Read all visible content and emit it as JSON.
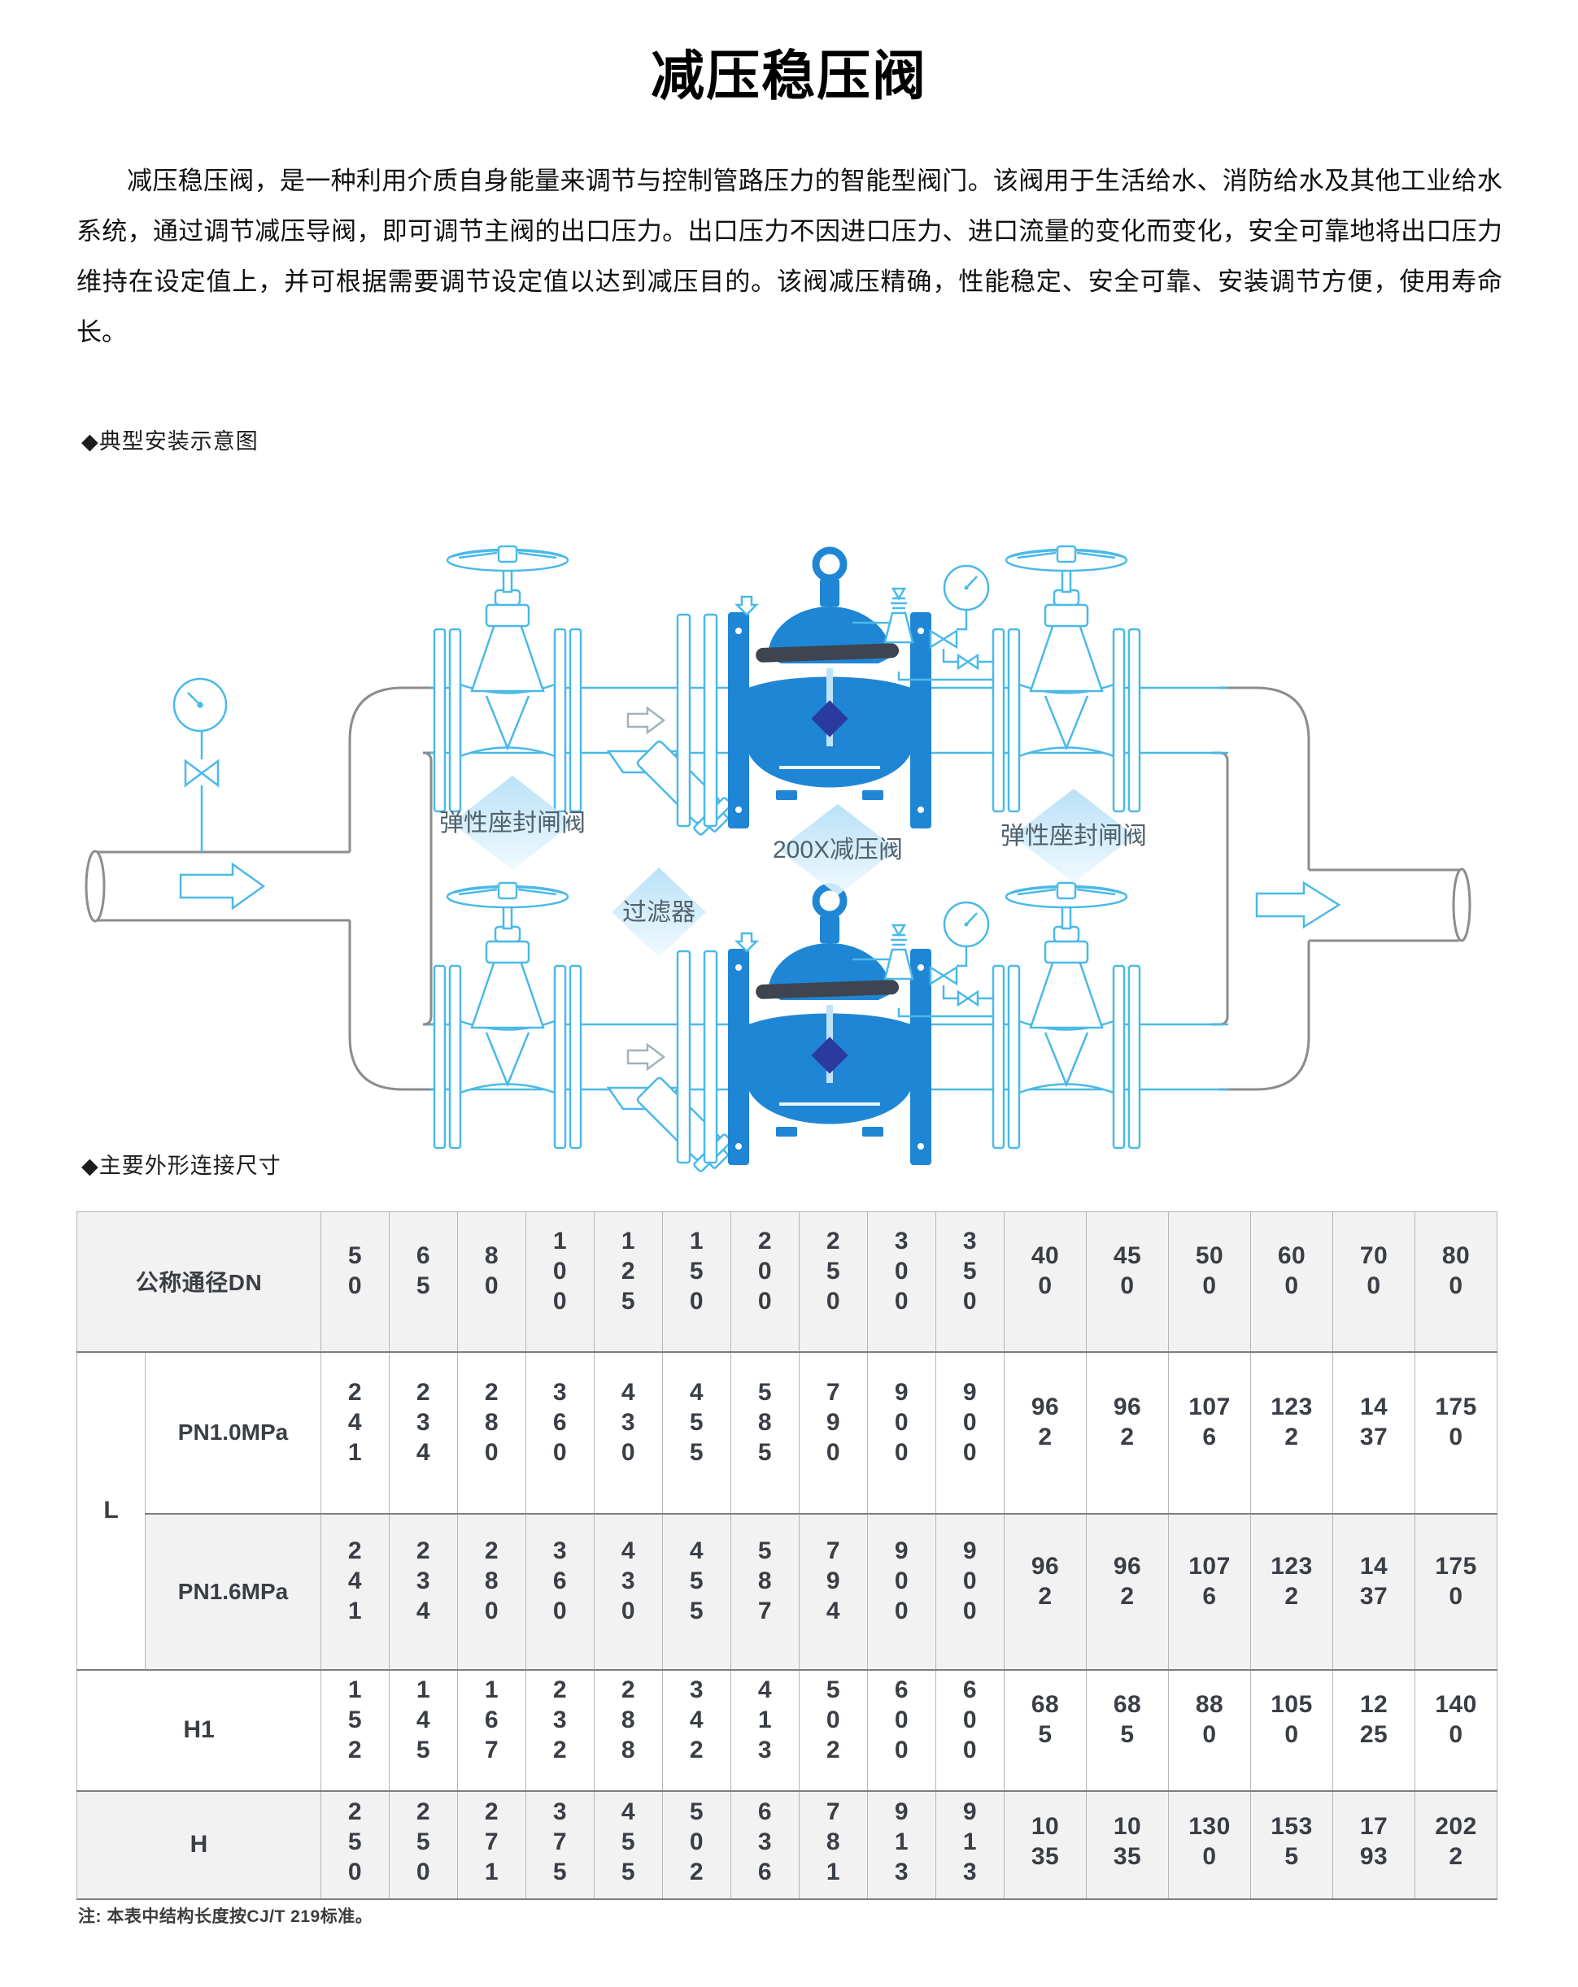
{
  "page": {
    "title": "减压稳压阀",
    "intro": "减压稳压阀，是一种利用介质自身能量来调节与控制管路压力的智能型阀门。该阀用于生活给水、消防给水及其他工业给水系统，通过调节减压导阀，即可调节主阀的出口压力。出口压力不因进口压力、进口流量的变化而变化，安全可靠地将出口压力维持在设定值上，并可根据需要调节设定值以达到减压目的。该阀减压精确，性能稳定、安全可靠、安装调节方便，使用寿命长。",
    "note": "注: 本表中结构长度按CJ/T 219标准。"
  },
  "sections": {
    "installation": "◆典型安装示意图",
    "dimensions": "◆主要外形连接尺寸"
  },
  "diagram": {
    "labels": {
      "gate_valve_left": "弹性座封闸阀",
      "prv": "200X减压阀",
      "gate_valve_right": "弹性座封闸阀",
      "strainer": "过滤器"
    },
    "colors": {
      "outline_blue": "#4ab9e8",
      "solid_valve_blue": "#1f86d6",
      "diaphragm_dark": "#3e4550",
      "inner_navy": "#2a3a9e",
      "pipe_gray": "#8d8d8d",
      "label_text": "#51626d",
      "label_diamond": "#aedcf6"
    }
  },
  "table": {
    "header_label": "公称通径DN",
    "group_label": "L",
    "dn": [
      "5\n0",
      "6\n5",
      "8\n0",
      "1\n0\n0",
      "1\n2\n5",
      "1\n5\n0",
      "2\n0\n0",
      "2\n5\n0",
      "3\n0\n0",
      "3\n5\n0",
      "40\n0",
      "45\n0",
      "50\n0",
      "60\n0",
      "70\n0",
      "80\n0"
    ],
    "rows": [
      {
        "label": "PN1.0MPa",
        "values": [
          "2\n4\n1",
          "2\n3\n4",
          "2\n8\n0",
          "3\n6\n0",
          "4\n3\n0",
          "4\n5\n5",
          "5\n8\n5",
          "7\n9\n0",
          "9\n0\n0",
          "9\n0\n0",
          "96\n2",
          "96\n2",
          "107\n6",
          "123\n2",
          "14\n37",
          "175\n0"
        ]
      },
      {
        "label": "PN1.6MPa",
        "values": [
          "2\n4\n1",
          "2\n3\n4",
          "2\n8\n0",
          "3\n6\n0",
          "4\n3\n0",
          "4\n5\n5",
          "5\n8\n7",
          "7\n9\n4",
          "9\n0\n0",
          "9\n0\n0",
          "96\n2",
          "96\n2",
          "107\n6",
          "123\n2",
          "14\n37",
          "175\n0"
        ]
      },
      {
        "label": "H1",
        "values": [
          "1\n5\n2",
          "1\n4\n5",
          "1\n6\n7",
          "2\n3\n2",
          "2\n8\n8",
          "3\n4\n2",
          "4\n1\n3",
          "5\n0\n2",
          "6\n0\n0",
          "6\n0\n0",
          "68\n5",
          "68\n5",
          "88\n0",
          "105\n0",
          "12\n25",
          "140\n0"
        ]
      },
      {
        "label": "H",
        "values": [
          "2\n5\n0",
          "2\n5\n0",
          "2\n7\n1",
          "3\n7\n5",
          "4\n5\n5",
          "5\n0\n2",
          "6\n3\n6",
          "7\n8\n1",
          "9\n1\n3",
          "9\n1\n3",
          "10\n35",
          "10\n35",
          "130\n0",
          "153\n5",
          "17\n93",
          "202\n2"
        ]
      }
    ]
  }
}
